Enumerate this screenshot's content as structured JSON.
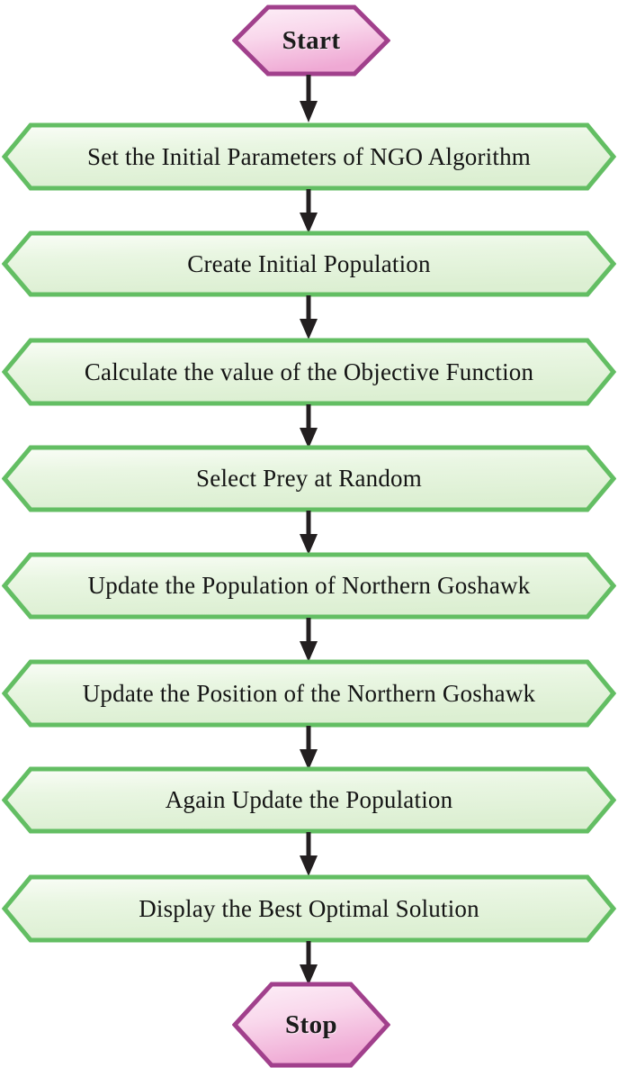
{
  "diagram": {
    "title": "NGO Algorithm Flowchart",
    "type": "flowchart",
    "orientation": "vertical-top-to-bottom",
    "colors": {
      "process_border": "#63BE63",
      "process_fill_light": "#FFFFFF",
      "process_fill": "#E3F3DC",
      "terminator_border": "#A1408C",
      "terminator_fill_light": "#FBE7F3",
      "terminator_fill": "#F3B8DC",
      "arrow": "#231F20",
      "text": "#141414",
      "background": "#FFFFFF"
    },
    "nodes": [
      {
        "id": "start",
        "shape": "hexagon-terminator",
        "label": "Start"
      },
      {
        "id": "step1",
        "shape": "hexagon-process",
        "label": "Set the Initial Parameters of NGO Algorithm"
      },
      {
        "id": "step2",
        "shape": "hexagon-process",
        "label": "Create Initial Population"
      },
      {
        "id": "step3",
        "shape": "hexagon-process",
        "label": "Calculate the value of the Objective Function"
      },
      {
        "id": "step4",
        "shape": "hexagon-process",
        "label": "Select Prey at Random"
      },
      {
        "id": "step5",
        "shape": "hexagon-process",
        "label": "Update the Population of Northern Goshawk"
      },
      {
        "id": "step6",
        "shape": "hexagon-process",
        "label": "Update the Position of the Northern Goshawk"
      },
      {
        "id": "step7",
        "shape": "hexagon-process",
        "label": "Again Update the Population"
      },
      {
        "id": "step8",
        "shape": "hexagon-process",
        "label": "Display the Best Optimal Solution"
      },
      {
        "id": "stop",
        "shape": "hexagon-terminator",
        "label": "Stop"
      }
    ],
    "edges": [
      {
        "from": "start",
        "to": "step1",
        "style": "solid-arrow"
      },
      {
        "from": "step1",
        "to": "step2",
        "style": "solid-arrow"
      },
      {
        "from": "step2",
        "to": "step3",
        "style": "solid-arrow"
      },
      {
        "from": "step3",
        "to": "step4",
        "style": "solid-arrow"
      },
      {
        "from": "step4",
        "to": "step5",
        "style": "solid-arrow"
      },
      {
        "from": "step5",
        "to": "step6",
        "style": "solid-arrow"
      },
      {
        "from": "step6",
        "to": "step7",
        "style": "solid-arrow"
      },
      {
        "from": "step7",
        "to": "step8",
        "style": "solid-arrow"
      },
      {
        "from": "step8",
        "to": "stop",
        "style": "solid-arrow"
      }
    ]
  }
}
